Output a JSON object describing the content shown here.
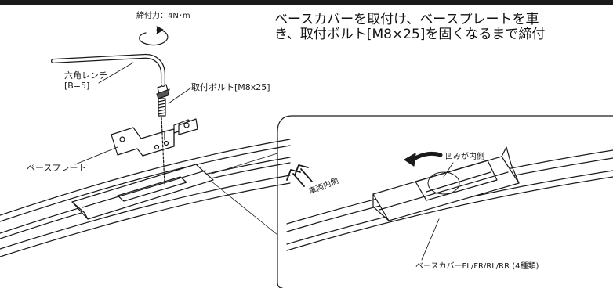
{
  "instruction": {
    "line1": "ベースカバーを取付け、ベースプレートを車",
    "line2": "き、取付ボルト[M8×25]を固くなるまで締付"
  },
  "labels": {
    "torque": "締付力：4N･m",
    "hex_wrench_name": "六角レンチ",
    "hex_wrench_size": "[B=5]",
    "bolt": "取付ボルト[M8x25]",
    "base_plate": "ベースプレート",
    "recess_inside": "凹みが内側",
    "vehicle_inside": "車両内側",
    "base_cover": "ベースカバーFL/FR/RL/RR (4種類)"
  },
  "colors": {
    "line": "#1a1a1a",
    "background": "#ffffff"
  }
}
